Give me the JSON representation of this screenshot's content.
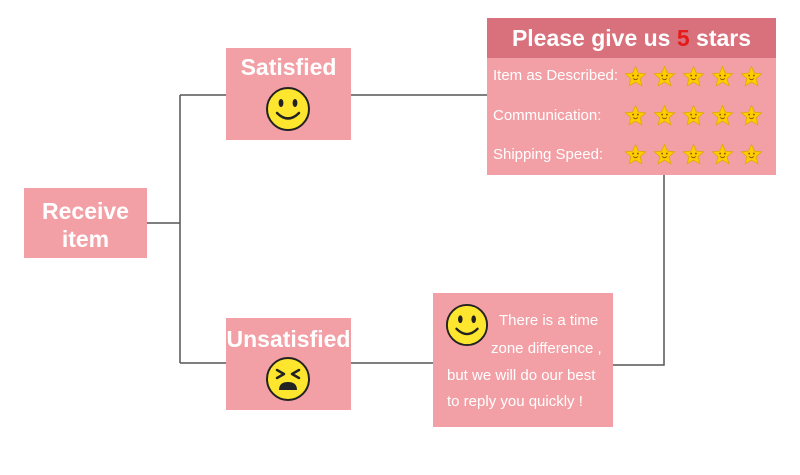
{
  "nodes": {
    "receive": {
      "line1": "Receive",
      "line2": "item"
    },
    "satisfied": {
      "label": "Satisfied",
      "face": "smiley-face-icon"
    },
    "unsatisfied": {
      "label": "Unsatisfied",
      "face": "frowning-face-icon"
    },
    "reply": {
      "face": "smiley-face-icon",
      "line1": "There is a time",
      "line2": "zone difference ,",
      "line3": "but we will do our best",
      "line4": "to reply you quickly !"
    },
    "rating": {
      "header_prefix": "Please give us ",
      "header_number": "5",
      "header_suffix": " stars",
      "rows": [
        {
          "label": "Item as Described:",
          "stars": 5
        },
        {
          "label": "Communication:",
          "stars": 5
        },
        {
          "label": "Shipping Speed:",
          "stars": 5
        }
      ]
    }
  },
  "colors": {
    "box_fill": "#f2a0a6",
    "header_fill": "#d8717c",
    "header_highlight": "#e51a1a",
    "text": "#ffffff",
    "connector": "#555555",
    "face_fill": "#ffe62e",
    "star_fill": "#ffcc00"
  }
}
